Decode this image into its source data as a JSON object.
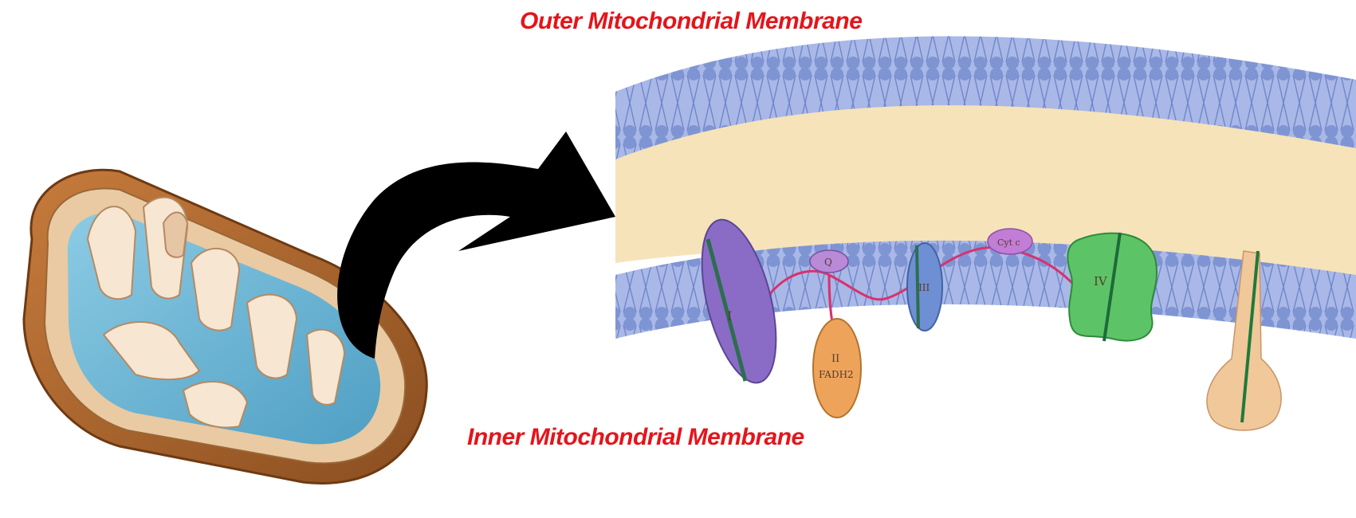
{
  "labels": {
    "outer_membrane": "Outer Mitochondrial Membrane",
    "inner_membrane": "Inner Mitochondrial Membrane"
  },
  "complexes": {
    "c1": "I",
    "c2_line1": "II",
    "c2_line2": "FADH2",
    "q": "Q",
    "c3": "III",
    "cytc": "Cyt c",
    "c4": "IV"
  },
  "colors": {
    "label_red": "#e3151b",
    "membrane_blue": "#7f95d3",
    "intermembrane_space": "#f6e3ba",
    "complex_I": "#8a6cc6",
    "complex_II": "#eda45a",
    "complex_III": "#6e8fd4",
    "complex_IV": "#5cc466",
    "electron_path": "#d8326e",
    "mito_outer": "#a4612a",
    "mito_matrix": "#6bb6d6",
    "cristae": "#f2dcc4"
  }
}
